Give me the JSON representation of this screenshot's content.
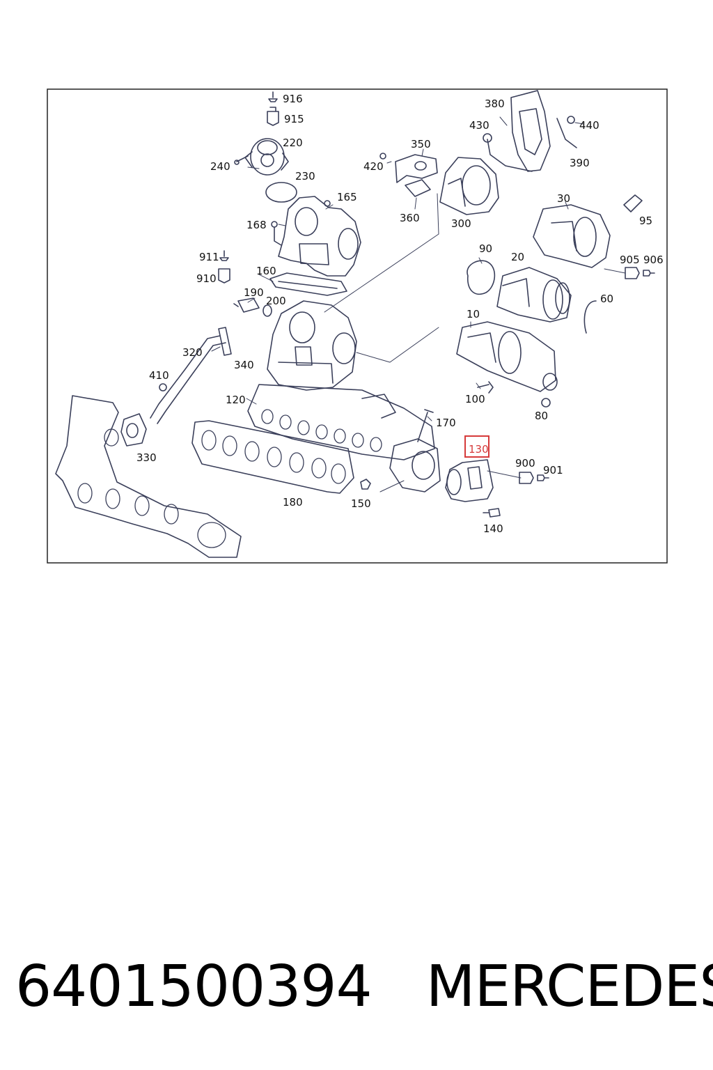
{
  "diagram": {
    "part_number": "6401500394",
    "brand": "MERCEDES",
    "highlighted_label": "130",
    "labels": [
      "916",
      "915",
      "220",
      "240",
      "230",
      "165",
      "168",
      "911",
      "160",
      "910",
      "190",
      "200",
      "380",
      "430",
      "440",
      "350",
      "390",
      "420",
      "360",
      "300",
      "30",
      "95",
      "90",
      "20",
      "905",
      "906",
      "60",
      "10",
      "320",
      "340",
      "410",
      "120",
      "170",
      "100",
      "80",
      "330",
      "180",
      "150",
      "130",
      "900",
      "901",
      "140"
    ],
    "colors": {
      "line": "#3a3f5a",
      "highlight": "#d63a3a",
      "text": "#111111",
      "frame": "#222222"
    }
  }
}
